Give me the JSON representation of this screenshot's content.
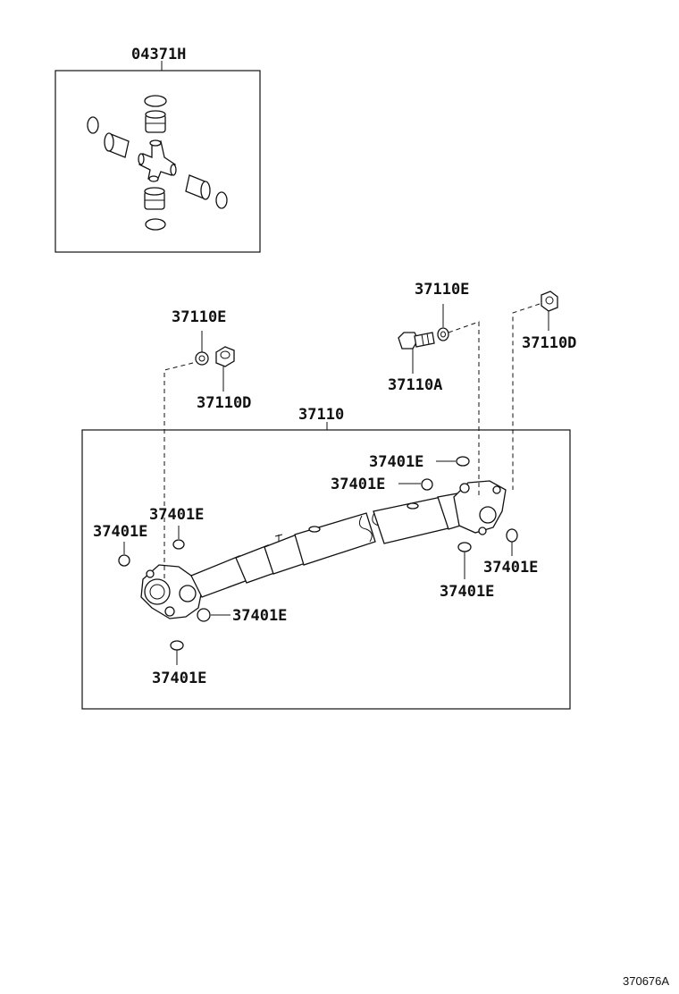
{
  "labels": {
    "kit": "04371H",
    "shaft": "37110",
    "bolt": "37110A",
    "nut_left": "37110D",
    "nut_right": "37110D",
    "washer_left": "37110E",
    "washer_right": "37110E",
    "snap_1": "37401E",
    "snap_2": "37401E",
    "snap_3": "37401E",
    "snap_4": "37401E",
    "snap_5": "37401E",
    "snap_6": "37401E",
    "snap_7": "37401E",
    "snap_8": "37401E"
  },
  "reference_code": "370676A"
}
